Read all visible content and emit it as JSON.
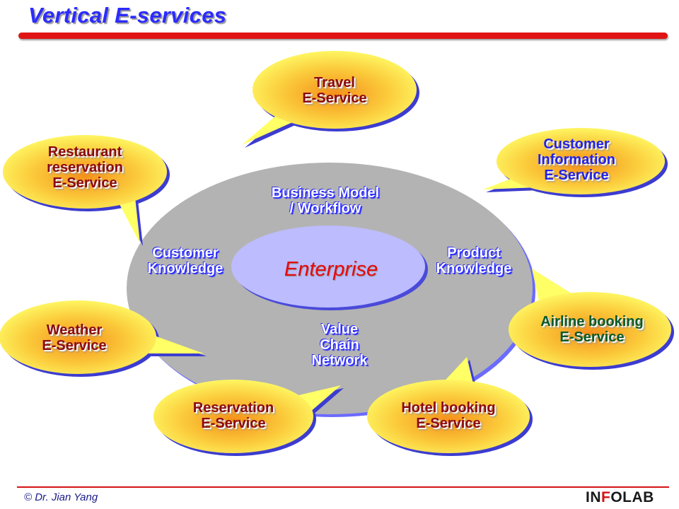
{
  "title": "Vertical E-services",
  "center": {
    "enterprise": "Enterprise",
    "business_model": [
      "Business Model",
      "/ Workflow"
    ],
    "customer_knowledge": [
      "Customer",
      "Knowledge"
    ],
    "product_knowledge": [
      "Product",
      "Knowledge"
    ],
    "value_chain": [
      "Value",
      "Chain",
      "Network"
    ]
  },
  "services": {
    "travel": [
      "Travel",
      "E-Service"
    ],
    "customer_info": [
      "Customer",
      "Information",
      "E-Service"
    ],
    "restaurant": [
      "Restaurant",
      "reservation",
      "E-Service"
    ],
    "weather": [
      "Weather",
      "E-Service"
    ],
    "reservation": [
      "Reservation",
      "E-Service"
    ],
    "hotel": [
      "Hotel booking",
      "E-Service"
    ],
    "airline": [
      "Airline booking",
      "E-Service"
    ]
  },
  "footer": {
    "copyright": "© Dr. Jian Yang",
    "logo_prefix": "IN",
    "logo_mark": "F",
    "logo_suffix": "OLAB"
  },
  "colors": {
    "title": "#2b2bff",
    "title_bar": "#e01414",
    "disc": "#b3b3b3",
    "enterprise_fill": "#b8b8ff",
    "bubble_inner": "#f59a1e",
    "bubble_outer": "#ffff66"
  }
}
